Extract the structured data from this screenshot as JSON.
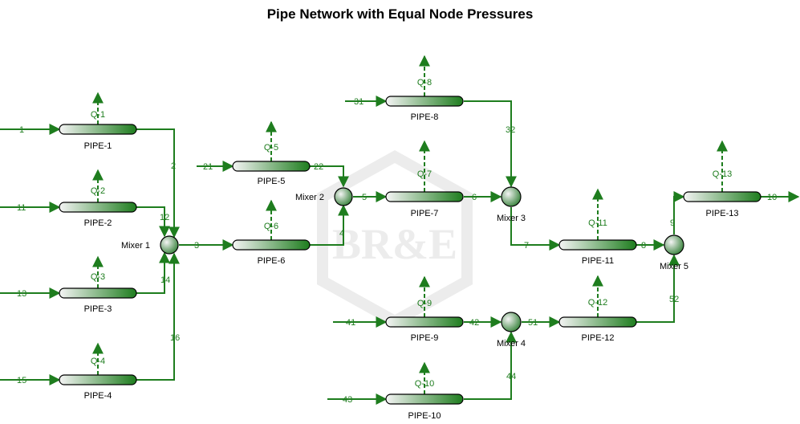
{
  "title": "Pipe Network with Equal Node Pressures",
  "watermark": "BR&E",
  "colors": {
    "stream": "#1e7d1e",
    "pipe_dark": "#1e7d1e",
    "pipe_light": "#f4f4f4",
    "watermark": "#ececec"
  },
  "pipes": [
    {
      "id": "PIPE-1",
      "label": "PIPE-1",
      "q": "Q-1"
    },
    {
      "id": "PIPE-2",
      "label": "PIPE-2",
      "q": "Q-2"
    },
    {
      "id": "PIPE-3",
      "label": "PIPE-3",
      "q": "Q-3"
    },
    {
      "id": "PIPE-4",
      "label": "PIPE-4",
      "q": "Q-4"
    },
    {
      "id": "PIPE-5",
      "label": "PIPE-5",
      "q": "Q-5"
    },
    {
      "id": "PIPE-6",
      "label": "PIPE-6",
      "q": "Q-6"
    },
    {
      "id": "PIPE-7",
      "label": "PIPE-7",
      "q": "Q-7"
    },
    {
      "id": "PIPE-8",
      "label": "PIPE-8",
      "q": "Q-8"
    },
    {
      "id": "PIPE-9",
      "label": "PIPE-9",
      "q": "Q-9"
    },
    {
      "id": "PIPE-10",
      "label": "PIPE-10",
      "q": "Q-10"
    },
    {
      "id": "PIPE-11",
      "label": "PIPE-11",
      "q": "Q-11"
    },
    {
      "id": "PIPE-12",
      "label": "PIPE-12",
      "q": "Q-12"
    },
    {
      "id": "PIPE-13",
      "label": "PIPE-13",
      "q": "Q-13"
    }
  ],
  "mixers": [
    {
      "id": "mixer-1",
      "label": "Mixer 1"
    },
    {
      "id": "mixer-2",
      "label": "Mixer 2"
    },
    {
      "id": "mixer-3",
      "label": "Mixer 3"
    },
    {
      "id": "mixer-4",
      "label": "Mixer 4"
    },
    {
      "id": "mixer-5",
      "label": "Mixer 5"
    }
  ],
  "streams": [
    "1",
    "2",
    "3",
    "4",
    "6",
    "7",
    "8",
    "9",
    "10",
    "11",
    "12",
    "13",
    "14",
    "15",
    "16",
    "21",
    "22",
    "31",
    "32",
    "41",
    "42",
    "43",
    "44",
    "51",
    "52",
    "5"
  ]
}
